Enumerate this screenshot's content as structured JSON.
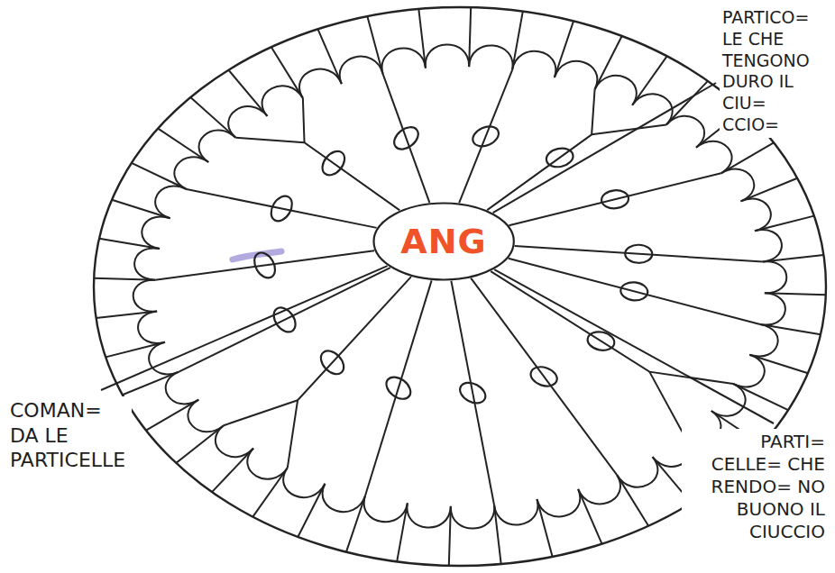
{
  "diagram": {
    "nodes": [
      {
        "text": [
          "ANG"
        ]
      }
    ],
    "labels": [
      "PARTICO= LE CHE TENGONO DURO IL CIU= CCIO=",
      "COMAN= DA LE PARTICELLE",
      "PARTI= CELLE= CHE RENDO= NO BUONO IL CIUCCIO"
    ]
  }
}
